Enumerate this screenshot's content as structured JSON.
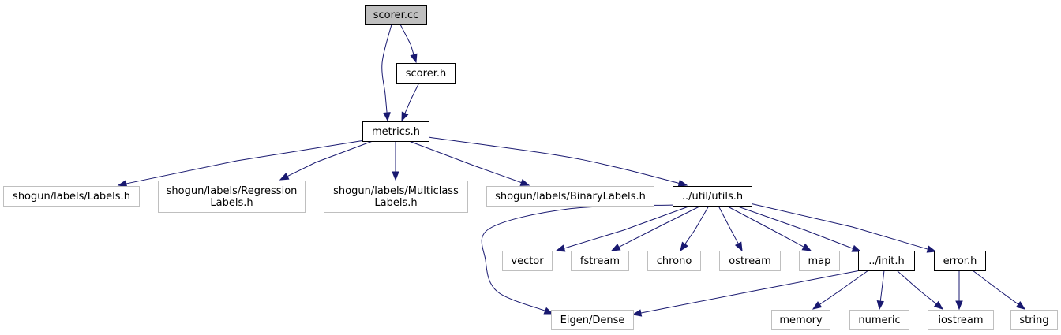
{
  "colors": {
    "edge": "#191970",
    "root_fill": "#bfbfbf",
    "internal_border": "#000000",
    "external_border": "#bfbfbf",
    "text": "#000000"
  },
  "nodes": [
    {
      "id": "scorer_cc",
      "lines": [
        "scorer.cc"
      ],
      "kind": "root"
    },
    {
      "id": "scorer_h",
      "lines": [
        "scorer.h"
      ],
      "kind": "internal"
    },
    {
      "id": "metrics_h",
      "lines": [
        "metrics.h"
      ],
      "kind": "internal"
    },
    {
      "id": "labels_h",
      "lines": [
        "shogun/labels/Labels.h"
      ],
      "kind": "external"
    },
    {
      "id": "regression_h",
      "lines": [
        "shogun/labels/Regression",
        "Labels.h"
      ],
      "kind": "external"
    },
    {
      "id": "multiclass_h",
      "lines": [
        "shogun/labels/Multiclass",
        "Labels.h"
      ],
      "kind": "external"
    },
    {
      "id": "binary_h",
      "lines": [
        "shogun/labels/BinaryLabels.h"
      ],
      "kind": "external"
    },
    {
      "id": "utils_h",
      "lines": [
        "../util/utils.h"
      ],
      "kind": "internal"
    },
    {
      "id": "vector",
      "lines": [
        "vector"
      ],
      "kind": "external"
    },
    {
      "id": "fstream",
      "lines": [
        "fstream"
      ],
      "kind": "external"
    },
    {
      "id": "chrono",
      "lines": [
        "chrono"
      ],
      "kind": "external"
    },
    {
      "id": "ostream",
      "lines": [
        "ostream"
      ],
      "kind": "external"
    },
    {
      "id": "map",
      "lines": [
        "map"
      ],
      "kind": "external"
    },
    {
      "id": "init_h",
      "lines": [
        "../init.h"
      ],
      "kind": "internal"
    },
    {
      "id": "error_h",
      "lines": [
        "error.h"
      ],
      "kind": "internal"
    },
    {
      "id": "eigen",
      "lines": [
        "Eigen/Dense"
      ],
      "kind": "external"
    },
    {
      "id": "memory",
      "lines": [
        "memory"
      ],
      "kind": "external"
    },
    {
      "id": "numeric",
      "lines": [
        "numeric"
      ],
      "kind": "external"
    },
    {
      "id": "iostream",
      "lines": [
        "iostream"
      ],
      "kind": "external"
    },
    {
      "id": "string",
      "lines": [
        "string"
      ],
      "kind": "external"
    }
  ],
  "edges": [
    {
      "from": "scorer_cc",
      "to": "scorer_h"
    },
    {
      "from": "scorer_cc",
      "to": "metrics_h"
    },
    {
      "from": "scorer_h",
      "to": "metrics_h"
    },
    {
      "from": "metrics_h",
      "to": "labels_h"
    },
    {
      "from": "metrics_h",
      "to": "regression_h"
    },
    {
      "from": "metrics_h",
      "to": "multiclass_h"
    },
    {
      "from": "metrics_h",
      "to": "binary_h"
    },
    {
      "from": "metrics_h",
      "to": "utils_h"
    },
    {
      "from": "utils_h",
      "to": "eigen"
    },
    {
      "from": "utils_h",
      "to": "vector"
    },
    {
      "from": "utils_h",
      "to": "fstream"
    },
    {
      "from": "utils_h",
      "to": "chrono"
    },
    {
      "from": "utils_h",
      "to": "ostream"
    },
    {
      "from": "utils_h",
      "to": "map"
    },
    {
      "from": "utils_h",
      "to": "init_h"
    },
    {
      "from": "utils_h",
      "to": "error_h"
    },
    {
      "from": "init_h",
      "to": "eigen"
    },
    {
      "from": "init_h",
      "to": "memory"
    },
    {
      "from": "init_h",
      "to": "numeric"
    },
    {
      "from": "init_h",
      "to": "iostream"
    },
    {
      "from": "error_h",
      "to": "iostream"
    },
    {
      "from": "error_h",
      "to": "string"
    }
  ]
}
